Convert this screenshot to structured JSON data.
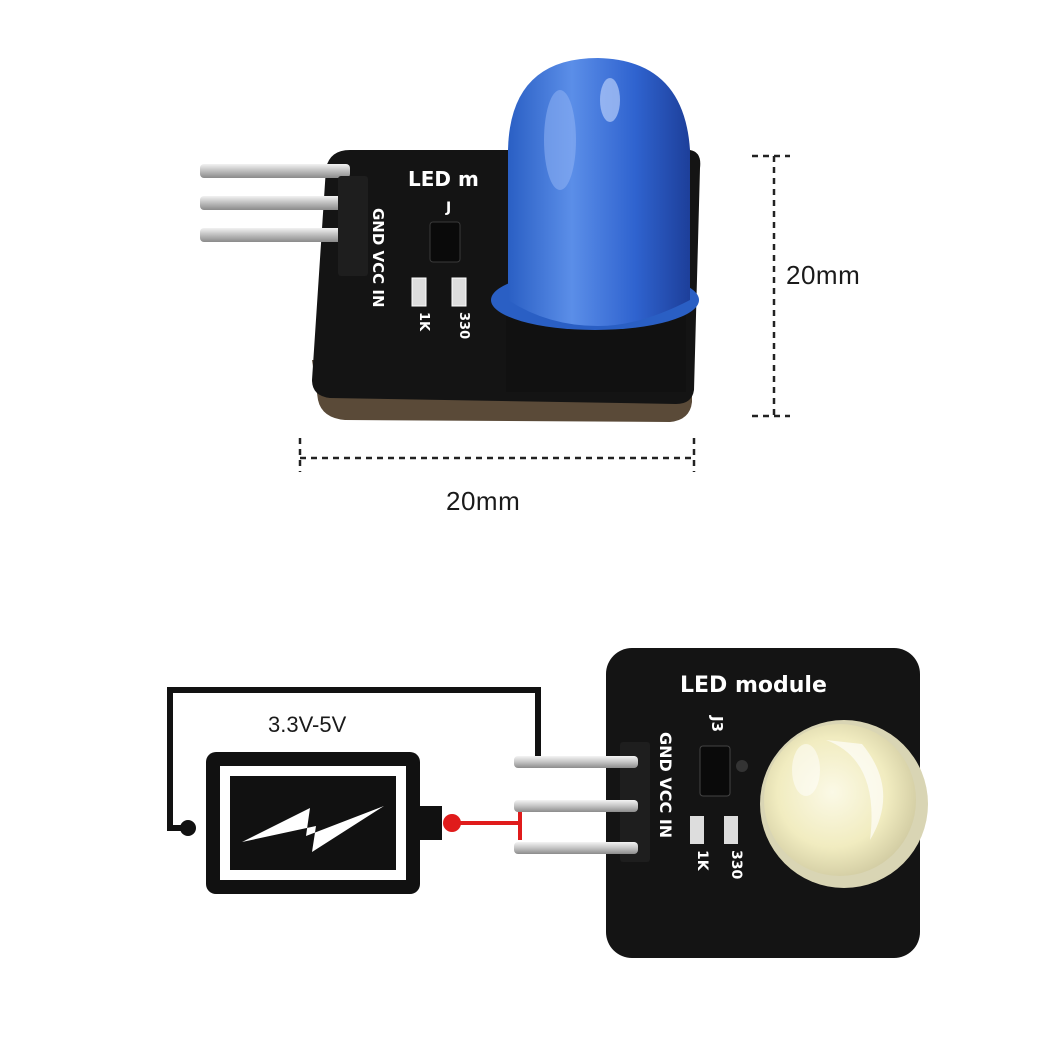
{
  "top_photo": {
    "pcb_label": "LED m",
    "silk_pins": "GND VCC IN",
    "silk_jumper": "J",
    "silk_r1": "1K",
    "silk_r2": "330",
    "led_color": "#3f6fd6"
  },
  "dimensions": {
    "height_label": "20mm",
    "width_label": "20mm"
  },
  "bottom_diagram": {
    "voltage_label": "3.3V-5V",
    "pcb_label": "LED module",
    "silk_pins": "GND VCC IN",
    "silk_jumper": "J3",
    "silk_r1": "1K",
    "silk_r2": "330",
    "wire_color": "#e01b1b",
    "led_color": "#f3efc4"
  }
}
